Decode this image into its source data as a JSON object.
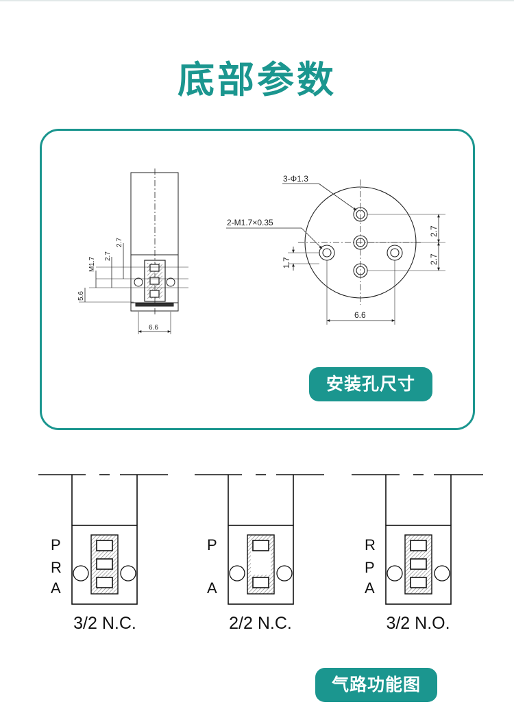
{
  "title": "底部参数",
  "mount_drawing": {
    "side_view": {
      "dim_m": "M1.7",
      "dim_a": "2.7",
      "dim_b": "2.7",
      "dim_c": "5.6",
      "dim_width": "6.6"
    },
    "bottom_view": {
      "holes_label": "3-Φ1.3",
      "thread_label": "2-M1.7×0.35",
      "dim_top": "2.7",
      "dim_bottom": "2.7",
      "dim_left": "1.7",
      "dim_width": "6.6"
    },
    "badge": "安装孔尺寸"
  },
  "valve_diagrams": [
    {
      "ports": [
        "P",
        "R",
        "A"
      ],
      "caption": "3/2 N.C."
    },
    {
      "ports": [
        "P",
        "A"
      ],
      "caption": "2/2 N.C."
    },
    {
      "ports": [
        "R",
        "P",
        "A"
      ],
      "caption": "3/2 N.O."
    }
  ],
  "air_badge": "气路功能图",
  "colors": {
    "accent": "#1b968f",
    "line": "#222222",
    "hatch": "#888888"
  }
}
